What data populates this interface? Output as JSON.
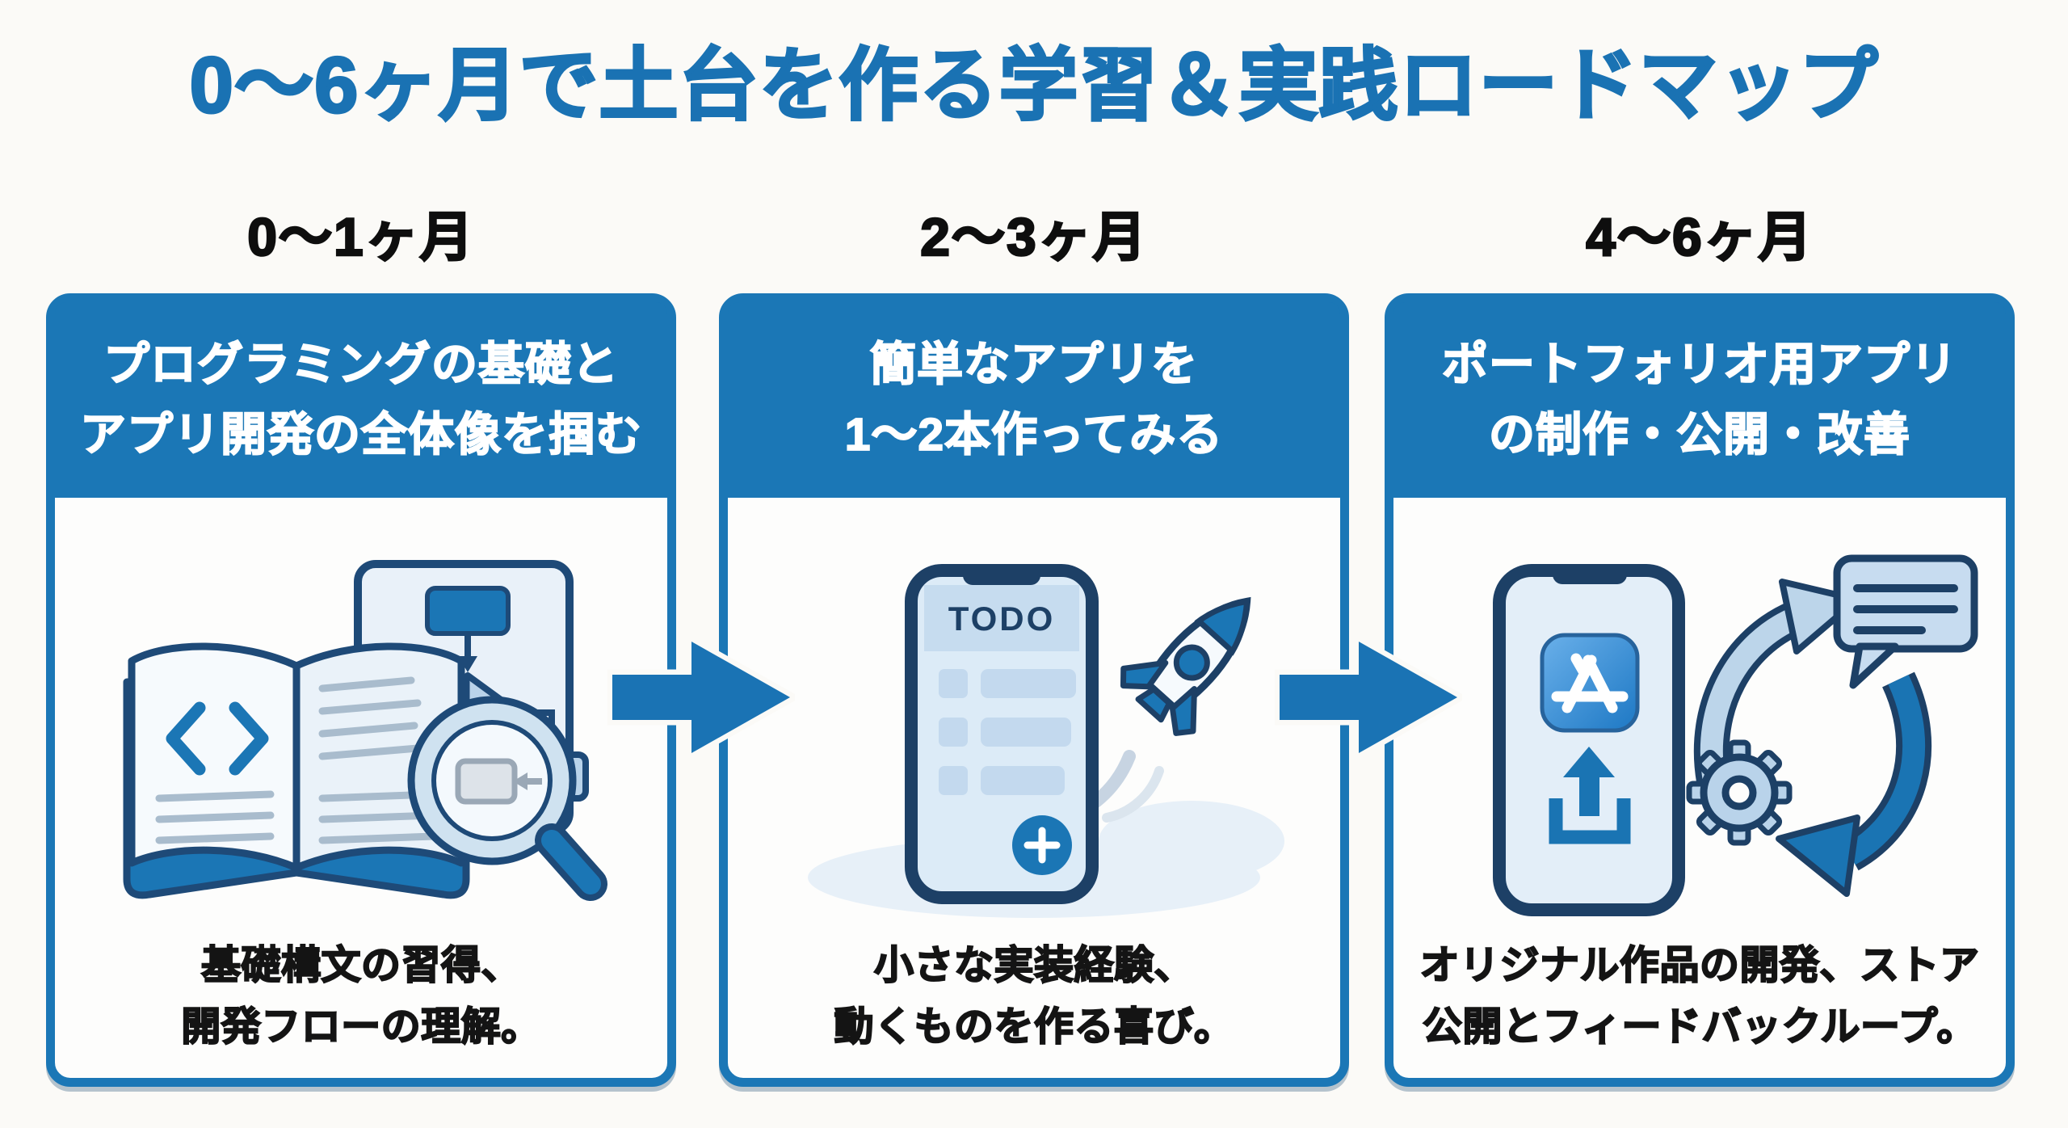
{
  "title": "0〜6ヶ月で土台を作る学習＆実践ロードマップ",
  "stages": [
    {
      "period": "0〜1ヶ月",
      "heading": "プログラミングの基礎と\nアプリ開発の全体像を掴む",
      "description": "基礎構文の習得、\n開発フローの理解。",
      "icon": "book-flowchart-magnifier"
    },
    {
      "period": "2〜3ヶ月",
      "heading": "簡単なアプリを\n1〜2本作ってみる",
      "description": "小さな実装経験、\n動くものを作る喜び。",
      "icon": "todo-phone-rocket",
      "phone_screen_label": "TODO"
    },
    {
      "period": "4〜6ヶ月",
      "heading": "ポートフォリオ用アプリ\nの制作・公開・改善",
      "description": "オリジナル作品の開発、ストア\n公開とフィードバックループ。",
      "icon": "appstore-phone-feedback-loop"
    }
  ],
  "colors": {
    "primary_blue": "#1b76b5",
    "title_blue": "#1a72b3",
    "dark_navy": "#1d4066",
    "flowchart_navy": "#1e4a78",
    "light_blue_fill": "#c6dcef",
    "pale_blue_fill": "#e7f0f8",
    "text_black": "#141414",
    "background": "#fbfaf7",
    "card_white": "#fdfdfc"
  }
}
